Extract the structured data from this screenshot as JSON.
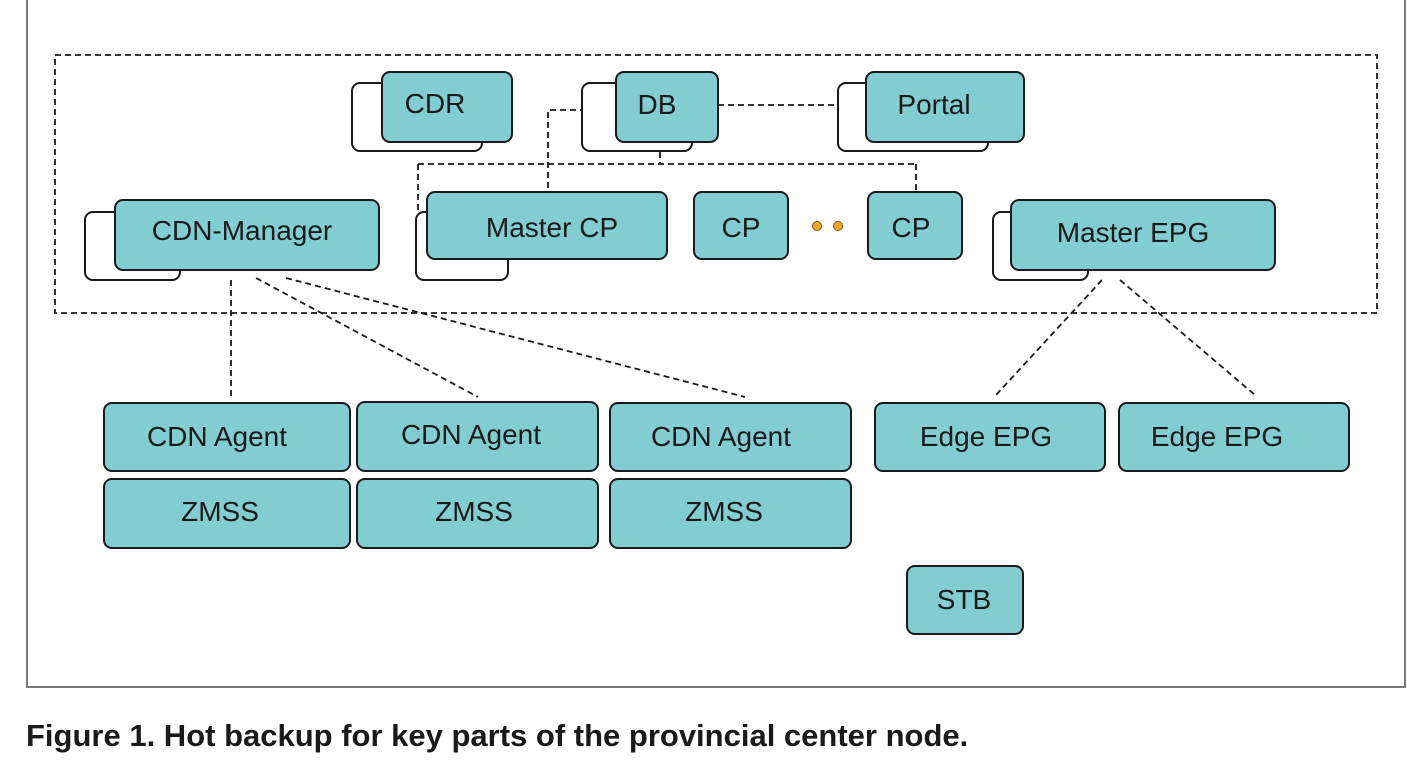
{
  "caption": "Figure 1. Hot backup for key parts of the provincial center node.",
  "colors": {
    "box_fill": "#82cdd2",
    "stroke": "#1a1a1a",
    "dots": "#f5a623"
  },
  "nodes": {
    "cdr": "CDR",
    "db": "DB",
    "portal": "Portal",
    "cdn_manager": "CDN-Manager",
    "master_cp": "Master CP",
    "cp_1": "CP",
    "cp_2": "CP",
    "master_epg": "Master EPG",
    "cdn_agent_1": "CDN Agent",
    "cdn_agent_2": "CDN Agent",
    "cdn_agent_3": "CDN Agent",
    "zmss_1": "ZMSS",
    "zmss_2": "ZMSS",
    "zmss_3": "ZMSS",
    "edge_epg_1": "Edge EPG",
    "edge_epg_2": "Edge EPG",
    "stb": "STB"
  }
}
